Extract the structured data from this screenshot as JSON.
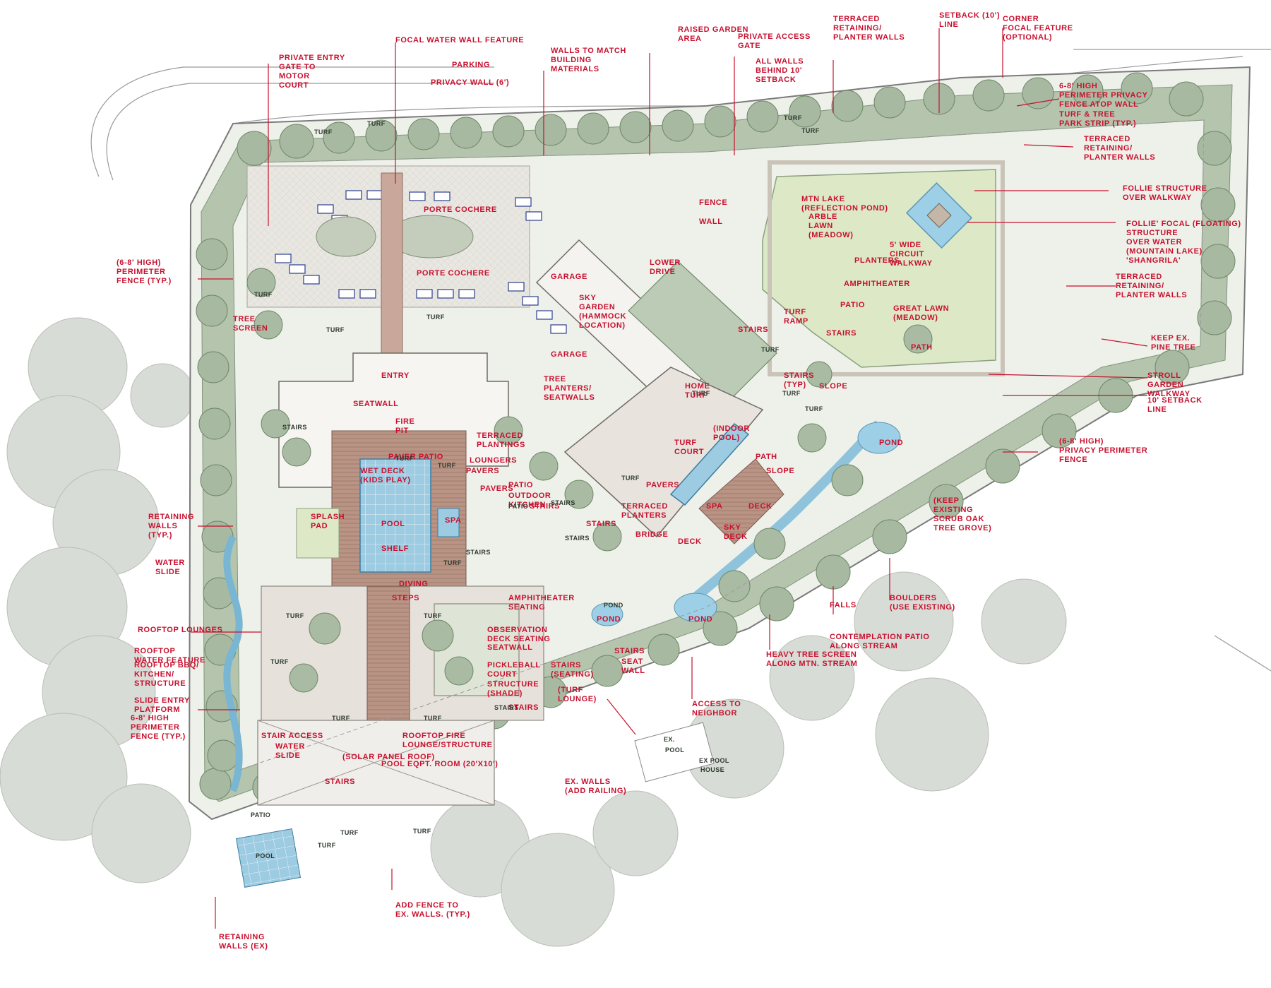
{
  "colors": {
    "annotation": "#c8102e",
    "vegetation": "#a9bba4",
    "turf": "#dfe9c9",
    "water": "#8fc3dc",
    "hardscape": "#e8e6e1",
    "deck": "#b79283",
    "building": "#f4f3f0"
  },
  "annotations": [
    {
      "id": "a1",
      "lines": [
        "PRIVATE ENTRY",
        "GATE TO",
        "MOTOR",
        "COURT"
      ]
    },
    {
      "id": "a2",
      "lines": [
        "FOCAL WATER WALL FEATURE"
      ]
    },
    {
      "id": "a3",
      "lines": [
        "PARKING"
      ]
    },
    {
      "id": "a4",
      "lines": [
        "PRIVACY WALL (6')"
      ]
    },
    {
      "id": "a5",
      "lines": [
        "WALLS TO MATCH",
        "BUILDING",
        "MATERIALS"
      ]
    },
    {
      "id": "a6",
      "lines": [
        "RAISED GARDEN",
        "AREA"
      ]
    },
    {
      "id": "a7",
      "lines": [
        "PRIVATE ACCESS",
        "GATE"
      ]
    },
    {
      "id": "a8",
      "lines": [
        "ALL WALLS",
        "BEHIND 10'",
        "SETBACK"
      ]
    },
    {
      "id": "a9",
      "lines": [
        "TERRACED",
        "RETAINING/",
        "PLANTER WALLS"
      ]
    },
    {
      "id": "a10",
      "lines": [
        "SETBACK (10')",
        "LINE"
      ]
    },
    {
      "id": "a11",
      "lines": [
        "CORNER",
        "FOCAL FEATURE",
        "(OPTIONAL)"
      ]
    },
    {
      "id": "a12",
      "lines": [
        "6-8' HIGH",
        "PERIMETER PRIVACY",
        "FENCE ATOP WALL"
      ]
    },
    {
      "id": "a13",
      "lines": [
        "TURF & TREE",
        "PARK STRIP (TYP.)"
      ]
    },
    {
      "id": "a14",
      "lines": [
        "TERRACED",
        "RETAINING/",
        "PLANTER WALLS"
      ]
    },
    {
      "id": "a15",
      "lines": [
        "FOLLIE STRUCTURE",
        "OVER WALKWAY"
      ]
    },
    {
      "id": "a16",
      "lines": [
        "FOLLIE' FOCAL (FLOATING)",
        "STRUCTURE",
        "OVER WATER",
        "(MOUNTAIN LAKE)",
        "'SHANGRILA'"
      ]
    },
    {
      "id": "a17",
      "lines": [
        "TERRACED",
        "RETAINING/",
        "PLANTER WALLS"
      ]
    },
    {
      "id": "a18",
      "lines": [
        "KEEP EX.",
        "PINE TREE"
      ]
    },
    {
      "id": "a19",
      "lines": [
        "STROLL",
        "GARDEN",
        "WALKWAY"
      ]
    },
    {
      "id": "a20",
      "lines": [
        "10' SETBACK",
        "LINE"
      ]
    },
    {
      "id": "a21",
      "lines": [
        "(6-8' HIGH)",
        "PRIVACY PERIMETER",
        "FENCE"
      ]
    },
    {
      "id": "a22",
      "lines": [
        "(KEEP",
        "EXISTING",
        "SCRUB OAK",
        "TREE GROVE)"
      ]
    },
    {
      "id": "a23",
      "lines": [
        "BOULDERS",
        "(USE EXISTING)"
      ]
    },
    {
      "id": "a24",
      "lines": [
        "FALLS"
      ]
    },
    {
      "id": "a25",
      "lines": [
        "CONTEMPLATION PATIO",
        "ALONG STREAM"
      ]
    },
    {
      "id": "a26",
      "lines": [
        "HEAVY TREE SCREEN",
        "ALONG MTN. STREAM"
      ]
    },
    {
      "id": "a27",
      "lines": [
        "ACCESS TO",
        "NEIGHBOR"
      ]
    },
    {
      "id": "a28",
      "lines": [
        "EX. WALLS",
        "(ADD RAILING)"
      ]
    },
    {
      "id": "a29",
      "lines": [
        "ADD FENCE TO",
        "EX. WALLS. (TYP.)"
      ]
    },
    {
      "id": "a30",
      "lines": [
        "RETAINING",
        "WALLS (EX)"
      ]
    },
    {
      "id": "a31",
      "lines": [
        "(6-8' HIGH)",
        "PERIMETER",
        "FENCE (TYP.)"
      ]
    },
    {
      "id": "a32",
      "lines": [
        "TREE",
        "SCREEN"
      ]
    },
    {
      "id": "a33",
      "lines": [
        "RETAINING",
        "WALLS",
        "(TYP.)"
      ]
    },
    {
      "id": "a34",
      "lines": [
        "WATER",
        "SLIDE"
      ]
    },
    {
      "id": "a35",
      "lines": [
        "ROOFTOP LOUNGES"
      ]
    },
    {
      "id": "a36",
      "lines": [
        "ROOFTOP",
        "WATER FEATURE"
      ]
    },
    {
      "id": "a37",
      "lines": [
        "ROOFTOP BBQ/",
        "KITCHEN/",
        "STRUCTURE"
      ]
    },
    {
      "id": "a38",
      "lines": [
        "SLIDE ENTRY",
        "PLATFORM"
      ]
    },
    {
      "id": "a39",
      "lines": [
        "6-8' HIGH",
        "PERIMETER",
        "FENCE (TYP.)"
      ]
    },
    {
      "id": "a40",
      "lines": [
        "STAIR ACCESS"
      ]
    },
    {
      "id": "a41",
      "lines": [
        "WATER",
        "SLIDE"
      ]
    },
    {
      "id": "a42",
      "lines": [
        "ROOFTOP FIRE",
        "LOUNGE/STRUCTURE"
      ]
    },
    {
      "id": "a43",
      "lines": [
        "(SOLAR PANEL ROOF)"
      ]
    },
    {
      "id": "a44",
      "lines": [
        "POOL EQPT. ROOM (20'X10')"
      ]
    },
    {
      "id": "a45",
      "lines": [
        "STAIRS"
      ]
    },
    {
      "id": "a46",
      "lines": [
        "PORTE COCHERE"
      ]
    },
    {
      "id": "a47",
      "lines": [
        "PORTE COCHERE"
      ]
    },
    {
      "id": "a48",
      "lines": [
        "FENCE"
      ]
    },
    {
      "id": "a49",
      "lines": [
        "WALL"
      ]
    },
    {
      "id": "a50",
      "lines": [
        "LOWER",
        "DRIVE"
      ]
    },
    {
      "id": "a51",
      "lines": [
        "GARAGE"
      ]
    },
    {
      "id": "a52",
      "lines": [
        "SKY",
        "GARDEN",
        "(HAMMOCK",
        "LOCATION)"
      ]
    },
    {
      "id": "a53",
      "lines": [
        "GARAGE"
      ]
    },
    {
      "id": "a54",
      "lines": [
        "TREE",
        "PLANTERS/",
        "SEATWALLS"
      ]
    },
    {
      "id": "a55",
      "lines": [
        "ENTRY"
      ]
    },
    {
      "id": "a56",
      "lines": [
        "SEATWALL"
      ]
    },
    {
      "id": "a57",
      "lines": [
        "FIRE",
        "PIT"
      ]
    },
    {
      "id": "a58",
      "lines": [
        "PAVER PATIO"
      ]
    },
    {
      "id": "a59",
      "lines": [
        "WET DECK",
        "(KIDS PLAY)"
      ]
    },
    {
      "id": "a60",
      "lines": [
        "TERRACED",
        "PLANTINGS"
      ]
    },
    {
      "id": "a61",
      "lines": [
        "LOUNGERS"
      ]
    },
    {
      "id": "a62",
      "lines": [
        "PAVERS"
      ]
    },
    {
      "id": "a63",
      "lines": [
        "PAVERS"
      ]
    },
    {
      "id": "a64",
      "lines": [
        "PATIO"
      ]
    },
    {
      "id": "a65",
      "lines": [
        "OUTDOOR",
        "KITCHEN"
      ]
    },
    {
      "id": "a66",
      "lines": [
        "STAIRS"
      ]
    },
    {
      "id": "a67",
      "lines": [
        "TERRACED",
        "PLANTERS"
      ]
    },
    {
      "id": "a68",
      "lines": [
        "BRIDGE"
      ]
    },
    {
      "id": "a69",
      "lines": [
        "STAIRS"
      ]
    },
    {
      "id": "a70",
      "lines": [
        "POOL"
      ]
    },
    {
      "id": "a71",
      "lines": [
        "SHELF"
      ]
    },
    {
      "id": "a72",
      "lines": [
        "SPA"
      ]
    },
    {
      "id": "a73",
      "lines": [
        "SPLASH",
        "PAD"
      ]
    },
    {
      "id": "a74",
      "lines": [
        "DIVING"
      ]
    },
    {
      "id": "a75",
      "lines": [
        "STEPS"
      ]
    },
    {
      "id": "a76",
      "lines": [
        "AMPHITHEATER",
        "SEATING"
      ]
    },
    {
      "id": "a77",
      "lines": [
        "OBSERVATION",
        "DECK SEATING"
      ]
    },
    {
      "id": "a78",
      "lines": [
        "SEATWALL"
      ]
    },
    {
      "id": "a79",
      "lines": [
        "PICKLEBALL",
        "COURT"
      ]
    },
    {
      "id": "a80",
      "lines": [
        "STRUCTURE",
        "(SHADE)"
      ]
    },
    {
      "id": "a81",
      "lines": [
        "STAIRS",
        "(SEATING)"
      ]
    },
    {
      "id": "a82",
      "lines": [
        "(TURF",
        "LOUNGE)"
      ]
    },
    {
      "id": "a83",
      "lines": [
        "SEAT",
        "WALL"
      ]
    },
    {
      "id": "a84",
      "lines": [
        "STAIRS"
      ]
    },
    {
      "id": "a85",
      "lines": [
        "STAIRS"
      ]
    },
    {
      "id": "a86",
      "lines": [
        "MTN LAKE",
        "(REFLECTION POND)"
      ]
    },
    {
      "id": "a87",
      "lines": [
        "ARBLE",
        "LAWN",
        "(MEADOW)"
      ]
    },
    {
      "id": "a88",
      "lines": [
        "PLANTERS"
      ]
    },
    {
      "id": "a89",
      "lines": [
        "5' WIDE",
        "CIRCUIT",
        "WALKWAY"
      ]
    },
    {
      "id": "a90",
      "lines": [
        "AMPHITHEATER"
      ]
    },
    {
      "id": "a91",
      "lines": [
        "PATIO"
      ]
    },
    {
      "id": "a92",
      "lines": [
        "GREAT LAWN",
        "(MEADOW)"
      ]
    },
    {
      "id": "a93",
      "lines": [
        "TURF",
        "RAMP"
      ]
    },
    {
      "id": "a94",
      "lines": [
        "STAIRS"
      ]
    },
    {
      "id": "a95",
      "lines": [
        "PATH"
      ]
    },
    {
      "id": "a96",
      "lines": [
        "STAIRS",
        "(TYP)"
      ]
    },
    {
      "id": "a97",
      "lines": [
        "HOME",
        "TURF"
      ]
    },
    {
      "id": "a98",
      "lines": [
        "(INDOOR",
        "POOL)"
      ]
    },
    {
      "id": "a99",
      "lines": [
        "TURF",
        "COURT"
      ]
    },
    {
      "id": "a100",
      "lines": [
        "PAVERS"
      ]
    },
    {
      "id": "a101",
      "lines": [
        "PATH"
      ]
    },
    {
      "id": "a102",
      "lines": [
        "SLOPE"
      ]
    },
    {
      "id": "a103",
      "lines": [
        "DECK"
      ]
    },
    {
      "id": "a104",
      "lines": [
        "SPA"
      ]
    },
    {
      "id": "a105",
      "lines": [
        "SKY",
        "DECK"
      ]
    },
    {
      "id": "a106",
      "lines": [
        "DECK"
      ]
    },
    {
      "id": "a107",
      "lines": [
        "POND"
      ]
    },
    {
      "id": "a108",
      "lines": [
        "POND"
      ]
    },
    {
      "id": "a109",
      "lines": [
        "POND"
      ]
    },
    {
      "id": "a110",
      "lines": [
        "SLOPE"
      ]
    },
    {
      "id": "a111",
      "lines": [
        "STAIRS"
      ]
    }
  ],
  "plan_labels": [
    {
      "id": "p1",
      "text": "TURF"
    },
    {
      "id": "p2",
      "text": "TURF"
    },
    {
      "id": "p3",
      "text": "TURF"
    },
    {
      "id": "p4",
      "text": "TURF"
    },
    {
      "id": "p5",
      "text": "TURF"
    },
    {
      "id": "p6",
      "text": "TURF"
    },
    {
      "id": "p7",
      "text": "TURF"
    },
    {
      "id": "p8",
      "text": "TURF"
    },
    {
      "id": "p9",
      "text": "TURF"
    },
    {
      "id": "p10",
      "text": "TURF"
    },
    {
      "id": "p11",
      "text": "TURF"
    },
    {
      "id": "p12",
      "text": "TURF"
    },
    {
      "id": "p13",
      "text": "TURF"
    },
    {
      "id": "p14",
      "text": "TURF"
    },
    {
      "id": "p15",
      "text": "TURF"
    },
    {
      "id": "p16",
      "text": "TURF"
    },
    {
      "id": "p17",
      "text": "TURF"
    },
    {
      "id": "p18",
      "text": "TURF"
    },
    {
      "id": "p19",
      "text": "TURF"
    },
    {
      "id": "p20",
      "text": "TURF"
    },
    {
      "id": "p21",
      "text": "EX."
    },
    {
      "id": "p22",
      "text": "POOL"
    },
    {
      "id": "p23",
      "text": "EX POOL"
    },
    {
      "id": "p24",
      "text": "HOUSE"
    },
    {
      "id": "p25",
      "text": "PATIO"
    },
    {
      "id": "p26",
      "text": "POOL"
    },
    {
      "id": "p27",
      "text": "TURF"
    },
    {
      "id": "p28",
      "text": "TURF"
    },
    {
      "id": "p29",
      "text": "STAIRS"
    },
    {
      "id": "p30",
      "text": "STAIRS"
    },
    {
      "id": "p31",
      "text": "STAIRS"
    },
    {
      "id": "p32",
      "text": "STAIRS"
    },
    {
      "id": "p33",
      "text": "STAIRS"
    },
    {
      "id": "p34",
      "text": "TURF"
    },
    {
      "id": "p35",
      "text": "PATIO"
    },
    {
      "id": "p36",
      "text": "POND"
    }
  ]
}
